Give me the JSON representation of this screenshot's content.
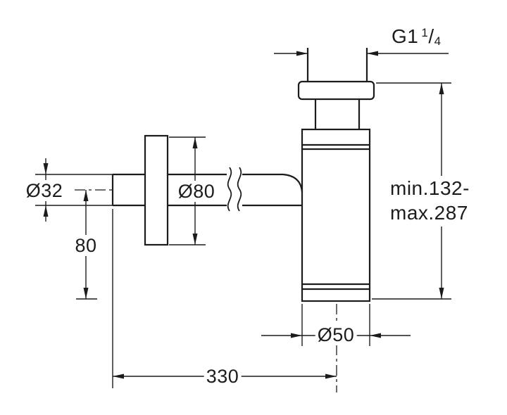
{
  "drawing": {
    "colors": {
      "line": "#1c1c1c",
      "background": "#ffffff"
    },
    "labels": {
      "thread": {
        "main": "G1",
        "sup": "1",
        "slash": "/",
        "sub": "4"
      },
      "height_range_line1": "min.132-",
      "height_range_line2": "max.287",
      "inlet_diameter": "Ø32",
      "rosette_diameter": "Ø80",
      "inlet_height": "80",
      "total_width": "330",
      "body_diameter": "Ø50"
    }
  }
}
